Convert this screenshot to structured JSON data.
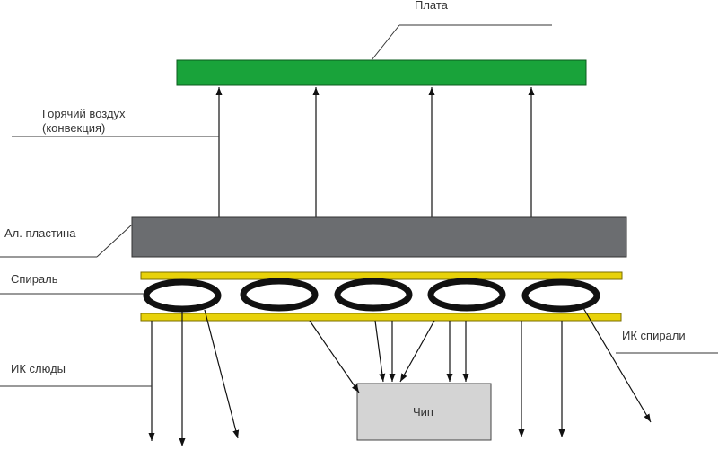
{
  "labels": {
    "board": "Плата",
    "hot_air_line1": "Горячий воздух",
    "hot_air_line2": "(конвекция)",
    "al_plate": "Ал. пластина",
    "spiral": "Спираль",
    "mica_ir": "ИК слюды",
    "spiral_ir": "ИК спирали",
    "chip": "Чип"
  },
  "colors": {
    "board": "#19a33a",
    "al_plate": "#6b6d70",
    "mica_strip": "#e8d20a",
    "coil": "#111111",
    "chip": "#d4d4d4",
    "arrow": "#111111",
    "leader": "#333333"
  },
  "coil_count": 5
}
